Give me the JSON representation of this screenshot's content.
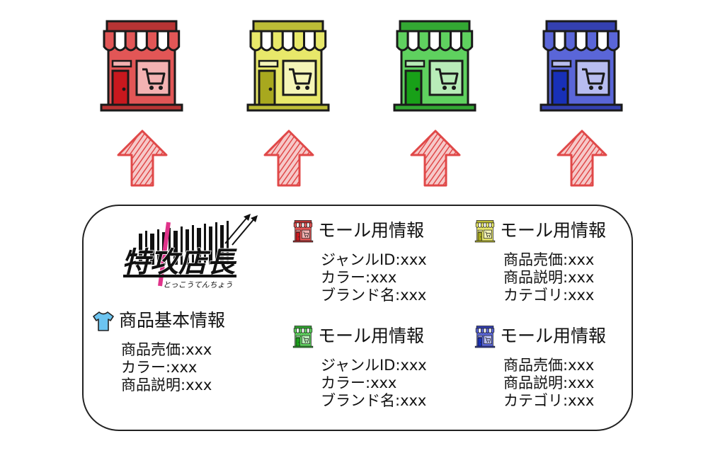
{
  "stores": [
    {
      "color": "#e25656",
      "dark": "#b83434",
      "light": "#f3b2b2",
      "door": "#c8181e"
    },
    {
      "color": "#e8e86a",
      "dark": "#bdbd36",
      "light": "#f5f5b8",
      "door": "#a8a81e"
    },
    {
      "color": "#5fd15f",
      "dark": "#33a833",
      "light": "#b8ecb8",
      "door": "#18a018"
    },
    {
      "color": "#5a66d8",
      "dark": "#3440b0",
      "light": "#b8bdf0",
      "door": "#1830b8"
    }
  ],
  "arrow_color": "#e04848",
  "logo": {
    "main": "特攻店長",
    "ruby": "とっこうてんちょう"
  },
  "base_info": {
    "heading": "商品基本情報",
    "lines": [
      "商品売価:xxx",
      "カラー:xxx",
      "商品説明:xxx"
    ]
  },
  "mall_blocks": [
    {
      "store": 0,
      "heading": "モール用情報",
      "lines": [
        "ジャンルID:xxx",
        "カラー:xxx",
        "ブランド名:xxx"
      ]
    },
    {
      "store": 1,
      "heading": "モール用情報",
      "lines": [
        "商品売価:xxx",
        "商品説明:xxx",
        "カテゴリ:xxx"
      ]
    },
    {
      "store": 2,
      "heading": "モール用情報",
      "lines": [
        "ジャンルID:xxx",
        "カラー:xxx",
        "ブランド名:xxx"
      ]
    },
    {
      "store": 3,
      "heading": "モール用情報",
      "lines": [
        "商品売価:xxx",
        "商品説明:xxx",
        "カテゴリ:xxx"
      ]
    }
  ]
}
